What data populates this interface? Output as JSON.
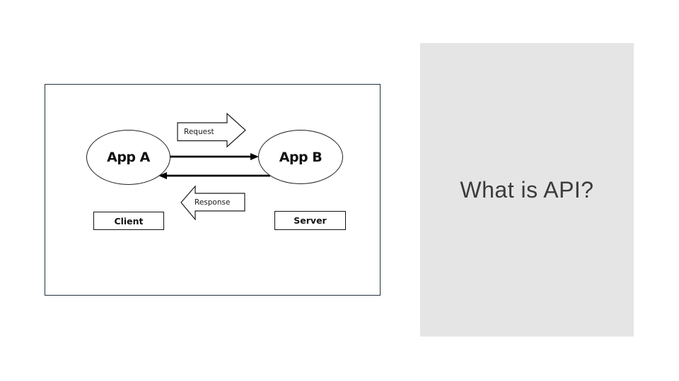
{
  "slide": {
    "background_color": "#ffffff",
    "right_panel": {
      "title": "What is API?",
      "background_color": "#e5e5e5",
      "title_color": "#3b3b3b"
    },
    "diagram": {
      "frame_border_color": "#22313d",
      "stroke_color": "#000000",
      "nodes": {
        "app_a": "App A",
        "app_b": "App B"
      },
      "flow_labels": {
        "request": "Request",
        "response": "Response"
      },
      "role_boxes": {
        "client": "Client",
        "server": "Server"
      }
    }
  }
}
